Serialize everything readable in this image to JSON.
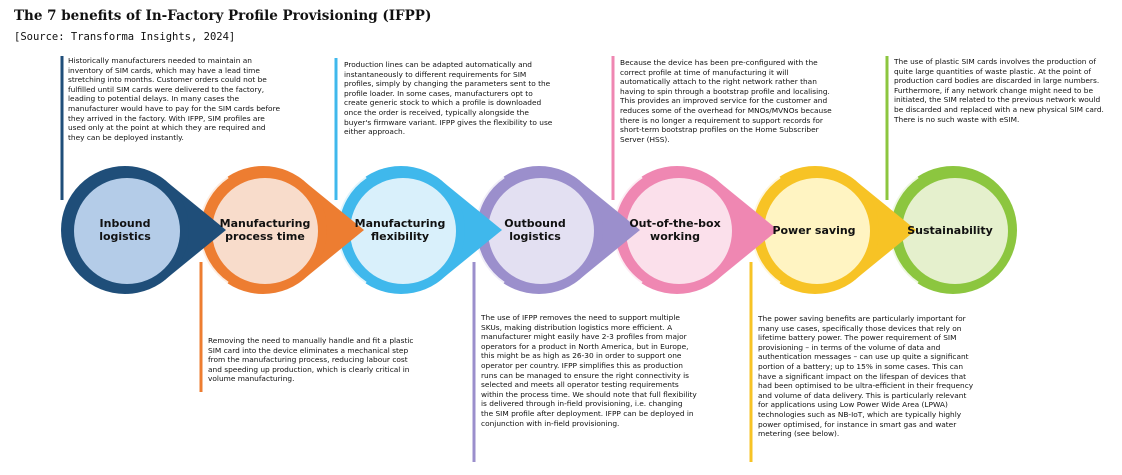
{
  "title": "The 7 benefits of In-Factory Profile Provisioning (IFPP)",
  "source": "[Source: Transforma Insights, 2024]",
  "benefits": [
    {
      "label": "Inbound logistics",
      "fill": "#b4cce8",
      "accent": "#1f4e79",
      "description": "Historically manufacturers needed to maintain an inventory of SIM cards, which may have a lead time stretching into months. Customer orders could not be fulfilled until SIM cards were delivered to the factory, leading to potential delays. In many cases the manufacturer would have to pay for the SIM cards before they arrived in the factory. With IFPP, SIM profiles are used only at the point at which they are required and they can be deployed instantly."
    },
    {
      "label": "Manufacturing process time",
      "fill": "#f8dccb",
      "accent": "#ed7d31",
      "description": "Removing the need to manually handle and fit a plastic SIM card into the device eliminates a mechanical step from the manufacturing process, reducing labour cost and speeding up production, which is clearly critical in volume manufacturing."
    },
    {
      "label": "Manufacturing flexibility",
      "fill": "#d9f0fb",
      "accent": "#3fb8ec",
      "description": "Production lines can be adapted automatically and instantaneously to different requirements for SIM profiles, simply by changing the parameters sent to the profile loader. In some cases, manufacturers opt to create generic stock to which a profile is downloaded once the order is received, typically alongside the buyer's firmware variant. IFPP gives the flexibility to use either approach."
    },
    {
      "label": "Outbound logistics",
      "fill": "#e3e0f2",
      "accent": "#9b8fcc",
      "description": "The use of IFPP removes the need to support multiple SKUs, making distribution logistics more efficient. A manufacturer might easily have 2-3 profiles from major operators for a product in North America, but in Europe, this might be as high as 26-30 in order to support one operator per country. IFPP simplifies this as production runs can be managed to ensure the right connectivity is selected and meets all operator testing requirements within the process time. We should note that full flexibility is delivered through in-field provisioning, i.e. changing the SIM profile after deployment. IFPP can be deployed in conjunction with in-field provisioning."
    },
    {
      "label": "Out-of-the-box working",
      "fill": "#fbe0eb",
      "accent": "#ef87b2",
      "description": "Because the device has been pre-configured with the correct profile at time of manufacturing it will automatically attach to the right network rather than having to spin through a bootstrap profile and localising. This provides an improved service for the customer and reduces some of the overhead for MNOs/MVNOs because there is no longer a requirement to support records for short-term bootstrap profiles on the Home Subscriber Server (HSS)."
    },
    {
      "label": "Power saving",
      "fill": "#fff4c2",
      "accent": "#f7c325",
      "description": "The power saving benefits are particularly important for many use cases, specifically those devices that rely on lifetime battery power. The power requirement of SIM provisioning – in terms of the volume of data and authentication messages – can use up quite a significant portion of a battery; up to 15% in some cases. This can have a significant impact on the lifespan of devices that had been optimised to be ultra-efficient in their frequency and volume of data delivery. This is particularly relevant for applications using Low Power Wide Area (LPWA) technologies such as NB-IoT, which are typically highly power optimised, for instance in smart gas and water metering (see below)."
    },
    {
      "label": "Sustainability",
      "fill": "#e5f0cd",
      "accent": "#8cc63f",
      "description": "The use of plastic SIM cards involves the production of quite large quantities of waste plastic. At the point of production card bodies are discarded in large numbers. Furthermore, if any network change might need to be initiated, the SIM related to the previous network would be discarded and replaced with a new physical SIM card. There is no such waste with eSIM."
    }
  ]
}
